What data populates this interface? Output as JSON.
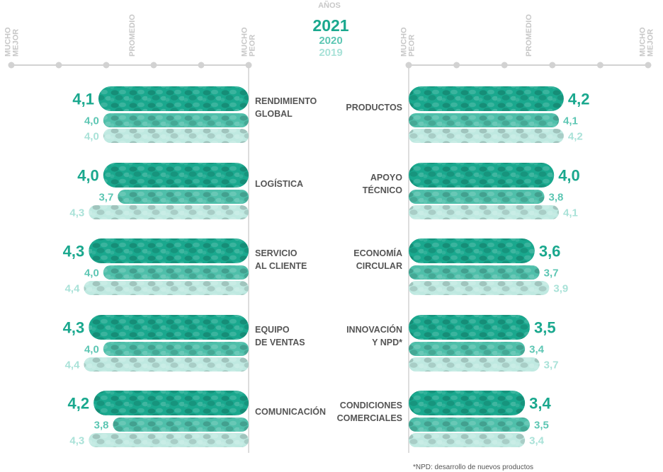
{
  "legend": {
    "title": "AÑOS",
    "years": [
      {
        "label": "2021",
        "color": "#1aa88e"
      },
      {
        "label": "2020",
        "color": "#5cc6b3"
      },
      {
        "label": "2019",
        "color": "#a9e2d8"
      }
    ]
  },
  "scale": {
    "left_best": "MUCHO\nMEJOR",
    "middle": "PROMEDIO",
    "right_worst": "MUCHO\nPEOR",
    "right_worst_left": "MUCHO\nPEOR",
    "right_best": "MUCHO\nMEJOR"
  },
  "colors": {
    "y2021": "#1aa88e",
    "y2021_dark": "#0d5e52",
    "y2020": "#4fbfaa",
    "y2019": "#bfe9e1",
    "text_label": "#555555",
    "axis": "#d2d2d2"
  },
  "footnote": "*NPD: desarrollo de nuevos productos",
  "chart_data": {
    "type": "bar",
    "xlim": [
      1,
      5
    ],
    "series_names": [
      "2021",
      "2020",
      "2019"
    ],
    "left_panel": [
      {
        "category": "RENDIMIENTO\nGLOBAL",
        "values": [
          4.1,
          4.0,
          4.0
        ],
        "labels": [
          "4,1",
          "4,0",
          "4,0"
        ]
      },
      {
        "category": "LOGÍSTICA",
        "values": [
          4.0,
          3.7,
          4.3
        ],
        "labels": [
          "4,0",
          "3,7",
          "4,3"
        ]
      },
      {
        "category": "SERVICIO\nAL CLIENTE",
        "values": [
          4.3,
          4.0,
          4.4
        ],
        "labels": [
          "4,3",
          "4,0",
          "4,4"
        ]
      },
      {
        "category": "EQUIPO\nDE VENTAS",
        "values": [
          4.3,
          4.0,
          4.4
        ],
        "labels": [
          "4,3",
          "4,0",
          "4,4"
        ]
      },
      {
        "category": "COMUNICACIÓN",
        "values": [
          4.2,
          3.8,
          4.3
        ],
        "labels": [
          "4,2",
          "3,8",
          "4,3"
        ]
      }
    ],
    "right_panel": [
      {
        "category": "PRODUCTOS",
        "values": [
          4.2,
          4.1,
          4.2
        ],
        "labels": [
          "4,2",
          "4,1",
          "4,2"
        ]
      },
      {
        "category": "APOYO\nTÉCNICO",
        "values": [
          4.0,
          3.8,
          4.1
        ],
        "labels": [
          "4,0",
          "3,8",
          "4,1"
        ]
      },
      {
        "category": "ECONOMÍA\nCIRCULAR",
        "values": [
          3.6,
          3.7,
          3.9
        ],
        "labels": [
          "3,6",
          "3,7",
          "3,9"
        ]
      },
      {
        "category": "INNOVACIÓN\nY NPD*",
        "values": [
          3.5,
          3.4,
          3.7
        ],
        "labels": [
          "3,5",
          "3,4",
          "3,7"
        ]
      },
      {
        "category": "CONDICIONES\nCOMERCIALES",
        "values": [
          3.4,
          3.5,
          3.4
        ],
        "labels": [
          "3,4",
          "3,5",
          "3,4"
        ]
      }
    ]
  }
}
